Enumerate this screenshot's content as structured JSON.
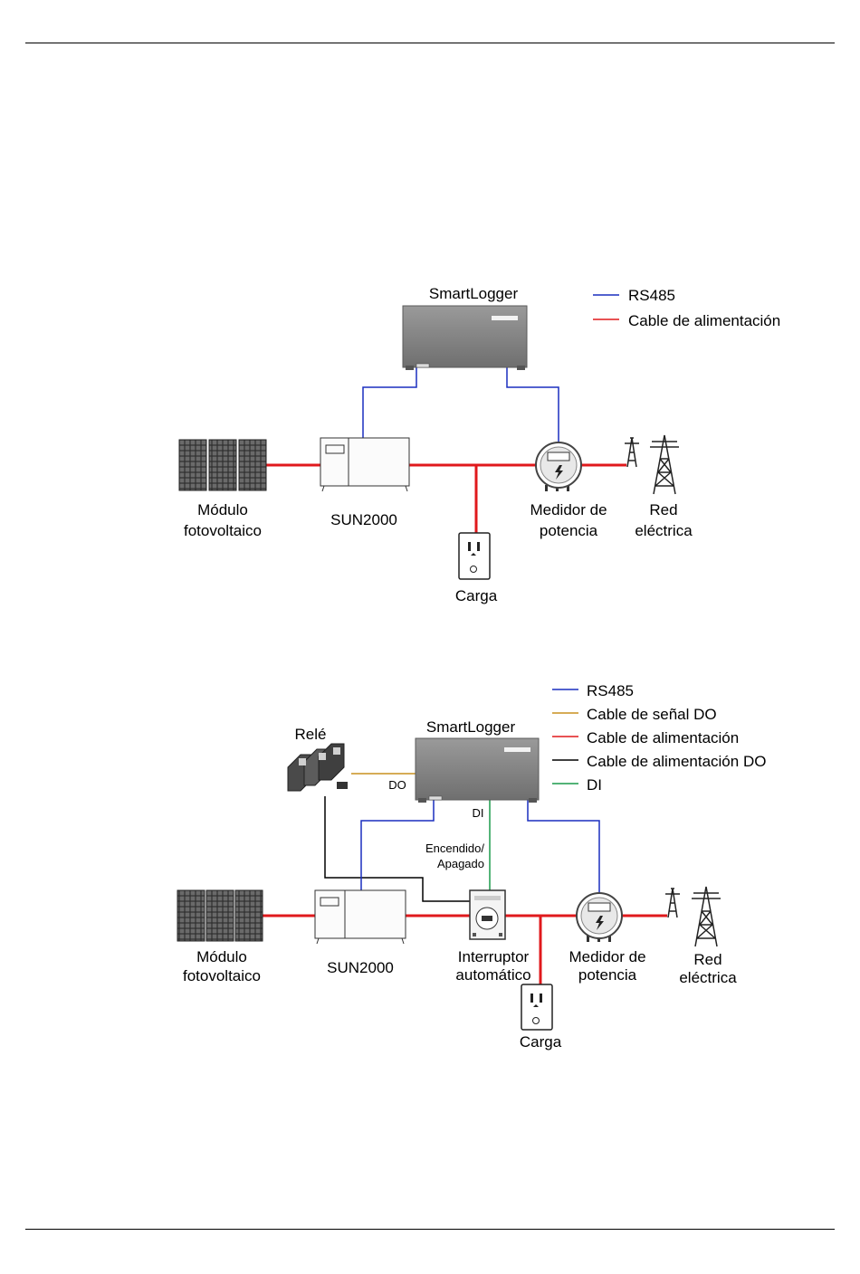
{
  "diagram1": {
    "smartlogger": "SmartLogger",
    "legend": [
      {
        "label": "RS485",
        "color": "#1a2fbf"
      },
      {
        "label": "Cable de alimentación",
        "color": "#e0191c"
      }
    ],
    "pv_line1": "Módulo",
    "pv_line2": "fotovoltaico",
    "inverter": "SUN2000",
    "meter_line1": "Medidor de",
    "meter_line2": "potencia",
    "grid_line1": "Red",
    "grid_line2": "eléctrica",
    "load": "Carga"
  },
  "diagram2": {
    "smartlogger": "SmartLogger",
    "relay": "Relé",
    "do_label": "DO",
    "di_label": "DI",
    "onoff_line1": "Encendido/",
    "onoff_line2": "Apagado",
    "legend": [
      {
        "label": "RS485",
        "color": "#1a2fbf"
      },
      {
        "label": "Cable de señal DO",
        "color": "#c8901e"
      },
      {
        "label": "Cable de alimentación",
        "color": "#e0191c"
      },
      {
        "label": "Cable de alimentación DO",
        "color": "#000000"
      },
      {
        "label": "DI",
        "color": "#1a9a4a"
      }
    ],
    "pv_line1": "Módulo",
    "pv_line2": "fotovoltaico",
    "inverter": "SUN2000",
    "breaker_line1": "Interruptor",
    "breaker_line2": "automático",
    "meter_line1": "Medidor de",
    "meter_line2": "potencia",
    "grid_line1": "Red",
    "grid_line2": "eléctrica",
    "load": "Carga"
  }
}
